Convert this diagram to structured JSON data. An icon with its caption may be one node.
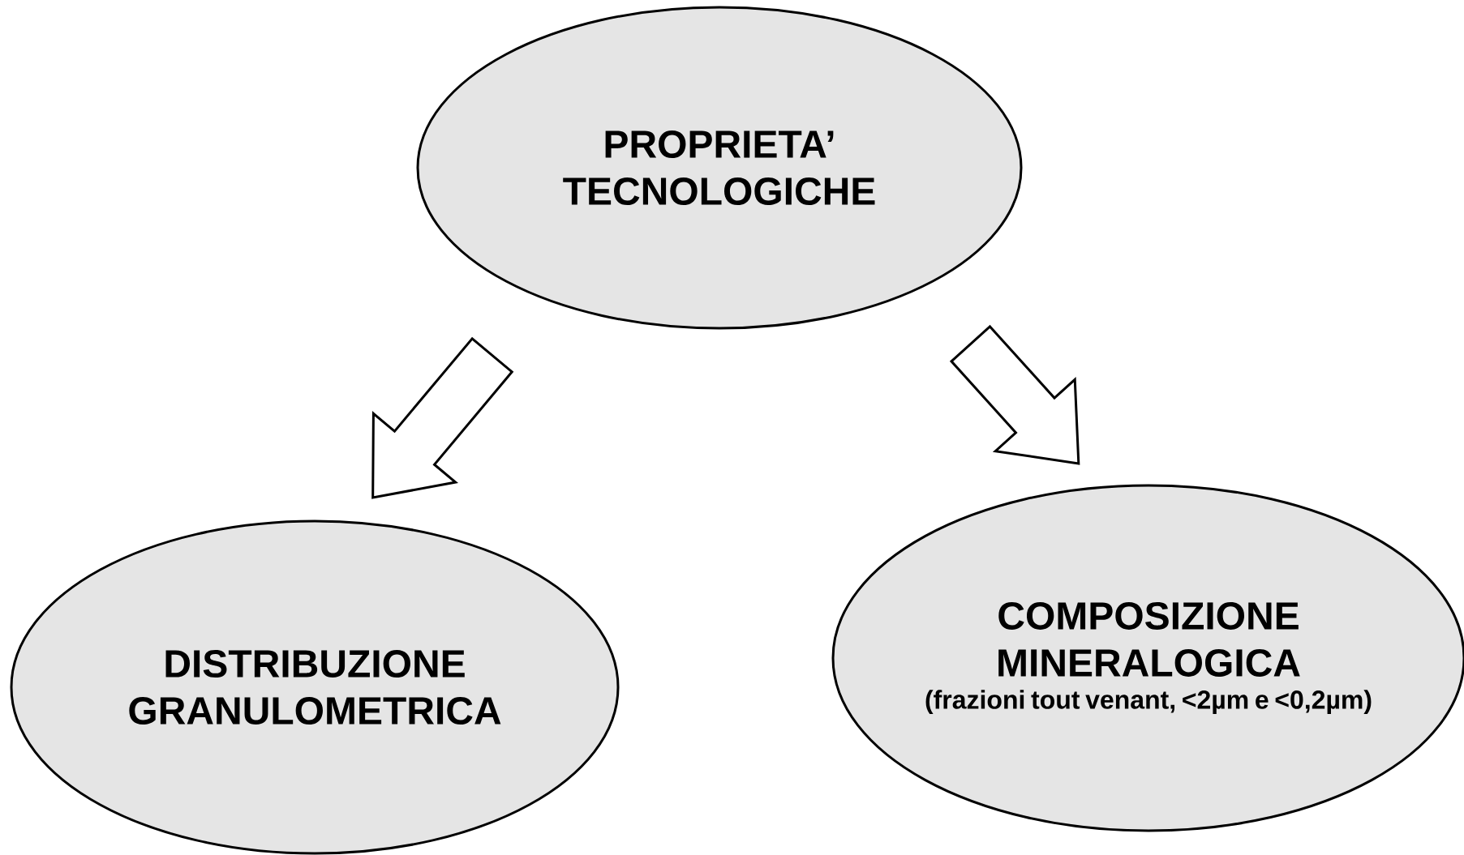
{
  "diagram": {
    "nodes": [
      {
        "text": [
          "PROPRIETA’ TECNOLOGICHE"
        ]
      },
      {
        "text": [
          "DISTRIBUZIONE GRANULOMETRICA"
        ]
      },
      {
        "text": [
          "COMPOSIZIONE MINERALOGICA",
          "(frazioni tout venant, <2µm e <0,2µm)"
        ]
      }
    ],
    "edges": [
      {
        "from": 0,
        "to": 1,
        "arrow": "to"
      },
      {
        "from": 0,
        "to": 2,
        "arrow": "to"
      }
    ]
  }
}
